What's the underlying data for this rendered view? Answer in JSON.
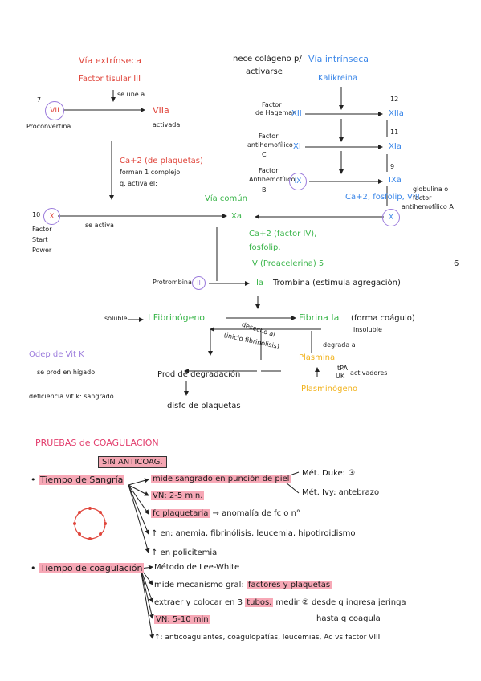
{
  "extrinsic": {
    "title": "Vía extrínseca",
    "factor": "Factor tisular III",
    "se_une": "se une a",
    "num_7": "7",
    "vii": "VII",
    "proconvertina": "Proconvertina",
    "viia": "VIIa",
    "activada": "activada",
    "ca_line1": "Ca+2 (de plaquetas)",
    "ca_line2": "forman 1 complejo",
    "ca_line3": "q. activa el:"
  },
  "intrinsic": {
    "nece": "nece colágeno p/",
    "activarse": "activarse",
    "title": "Vía intrínseca",
    "kalikreina": "Kalikreina",
    "f_hageman_1": "Factor",
    "f_hageman_2": "de Hageman",
    "xii": "XII",
    "num_12": "12",
    "xiia": "XIIa",
    "f_antihem_c1": "Factor",
    "f_antihem_c2": "antihemofílico",
    "f_antihem_c3": "C",
    "xi": "XI",
    "num_11": "11",
    "xia": "XIa",
    "f_antihem_b1": "Factor",
    "f_antihem_b2": "Antihemofílico",
    "f_antihem_b3": "B",
    "ix": "IX",
    "num_9": "9",
    "ixa": "IXa",
    "ca_fosfolip": "Ca+2, fosfolip, VIII",
    "globulina1": "globulina o",
    "globulina2": "factor",
    "globulina3": "antihemofílico A"
  },
  "common": {
    "num_10": "10",
    "x_left": "X",
    "factor_start": "Factor",
    "start": "Start",
    "power": "Power",
    "se_activa": "se activa",
    "via_comun": "Vía común",
    "xa": "Xa",
    "x_right": "X",
    "ca_factor": "Ca+2 (factor IV),",
    "fosfolip": "fosfolip.",
    "v_proacelerina": "V (Proacelerina) 5",
    "num_6": "6",
    "protrombina": "Protrombina",
    "ii": "II",
    "iia": "IIa",
    "trombina": "Trombina (estimula agregación)",
    "soluble": "soluble",
    "fibrinogeno": "I  Fibrinógeno",
    "fibrina": "Fibrina Ia",
    "forma_coagulo": "(forma coágulo)",
    "insoluble": "insoluble",
    "degrada_a": "degrada a",
    "desecho1": "desecho al",
    "desecho2": "(inicio fibrinólisis)",
    "plasmina": "Plasmina",
    "tpa": "tPA",
    "uk": "UK",
    "activadores": "activadores",
    "plasminogeno": "Plasminógeno",
    "prod_degradacion": "Prod de degradación",
    "disfc": "disfc de plaquetas",
    "odep1": "Odep de Vit K",
    "odep2": "se prod en hígado",
    "odep3": "deficiencia vit k: sangrado."
  },
  "pruebas": {
    "title": "PRUEBAS de COAGULACIÓN",
    "sin_anticoag": "SIN ANTICOAG.",
    "sangria": {
      "label": "Tiempo de Sangría",
      "items": [
        "mide sangrado en punción de piel",
        "VN: 2-5 min.",
        "fc plaquetaria",
        "→ anomalía de fc o n°",
        "↑ en: anemia, fibrinólisis, leucemia, hipotiroidismo",
        "↑ en policitemia"
      ],
      "met_duke": "Mét. Duke: ③",
      "met_ivy": "Mét. Ivy: antebrazo"
    },
    "coagulacion": {
      "label": "Tiempo de coagulación",
      "items": [
        "Método de Lee-White",
        "mide mecanismo gral: ",
        "factores y plaquetas",
        "extraer y colocar en 3 ",
        "tubos.",
        " medir ② desde q ingresa jeringa",
        "hasta q coagula",
        "VN: 5-10 min",
        "↑: anticoagulantes, coagulopatías, leucemias, Ac vs factor VIII"
      ]
    }
  }
}
